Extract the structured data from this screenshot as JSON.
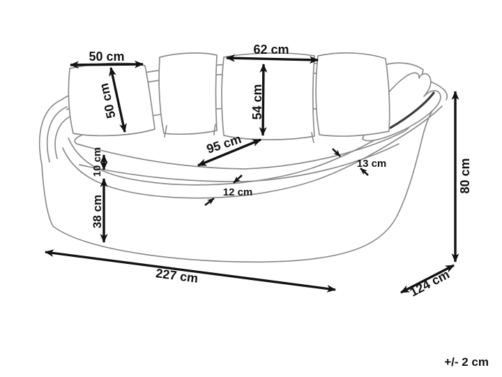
{
  "diagram": {
    "subject": "round basket sofa dimension drawing",
    "line_color": "#8c8c8c",
    "dimension_color": "#121212"
  },
  "dimensions": {
    "pillow_width": "50 cm",
    "pillow_height": "50 cm",
    "back_cushion_width": "62 cm",
    "back_cushion_height": "54 cm",
    "seat_depth": "95 cm",
    "rim_width_right": "13 cm",
    "seat_cushion_thickness": "10 cm",
    "rim_width_front": "12 cm",
    "base_height": "38 cm",
    "overall_height": "80 cm",
    "overall_width": "227 cm",
    "overall_depth": "124 cm"
  },
  "footer": {
    "tolerance": "+/- 2 cm"
  }
}
